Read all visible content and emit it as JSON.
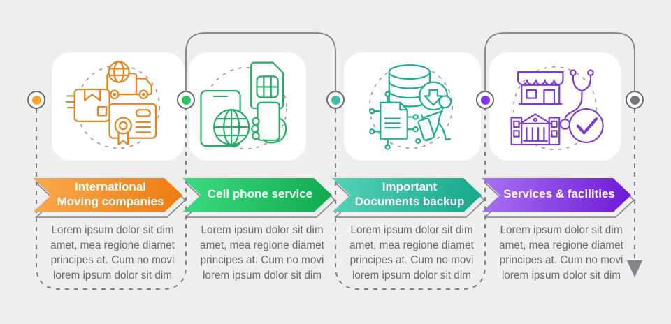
{
  "page": {
    "background": "#eeeeef",
    "card_background": "#ffffff"
  },
  "timeline": {
    "line_color": "#7e7e87",
    "dot_ring_color": "#6d6d76",
    "end_dot_color": "#75757e",
    "end_arrow_color": "#84848d",
    "dashed_circle_color": "#9b9ba2"
  },
  "steps": [
    {
      "title": "International\nMoving companies",
      "description": "Lorem ipsum dolor sit dim\namet, mea regione diamet\nprincipes at. Cum no movi\nlorem ipsum dolor sit dim",
      "colors": {
        "banner_from": "#f9a94e",
        "banner_to": "#ef7b10",
        "dot": "#f5a42e",
        "icon": "#e8831e"
      },
      "icons": [
        "fast-shipping-box-icon",
        "global-delivery-truck-icon",
        "certificate-icon"
      ]
    },
    {
      "title": "Cell phone service",
      "description": "Lorem ipsum dolor sit dim\namet, mea regione diamet\nprincipes at. Cum no movi\nlorem ipsum dolor sit dim",
      "colors": {
        "banner_from": "#3edc80",
        "banner_to": "#0dab4d",
        "dot": "#2bc767",
        "icon": "#21b165"
      },
      "icons": [
        "tablet-icon",
        "sim-card-icon",
        "globe-icon",
        "hand-holding-phone-icon"
      ]
    },
    {
      "title": "Important\nDocuments backup",
      "description": "Lorem ipsum dolor sit dim\namet, mea regione diamet\nprincipes at. Cum no movi\nlorem ipsum dolor sit dim",
      "colors": {
        "banner_from": "#55d3b8",
        "banner_to": "#14a78a",
        "dot": "#39c0a9",
        "icon": "#1cae93"
      },
      "icons": [
        "database-download-icon",
        "digital-document-icon",
        "traveler-with-luggage-icon"
      ]
    },
    {
      "title": "Services & facilities",
      "description": "Lorem ipsum dolor sit dim\namet, mea regione diamet\nprincipes at. Cum no movi\nlorem ipsum dolor sit dim",
      "colors": {
        "banner_from": "#a873f2",
        "banner_to": "#6d17d8",
        "dot": "#7e3ae8",
        "icon": "#7c3bd2"
      },
      "icons": [
        "storefront-icon",
        "stethoscope-icon",
        "public-building-icon",
        "approved-checkmark-icon"
      ]
    }
  ]
}
